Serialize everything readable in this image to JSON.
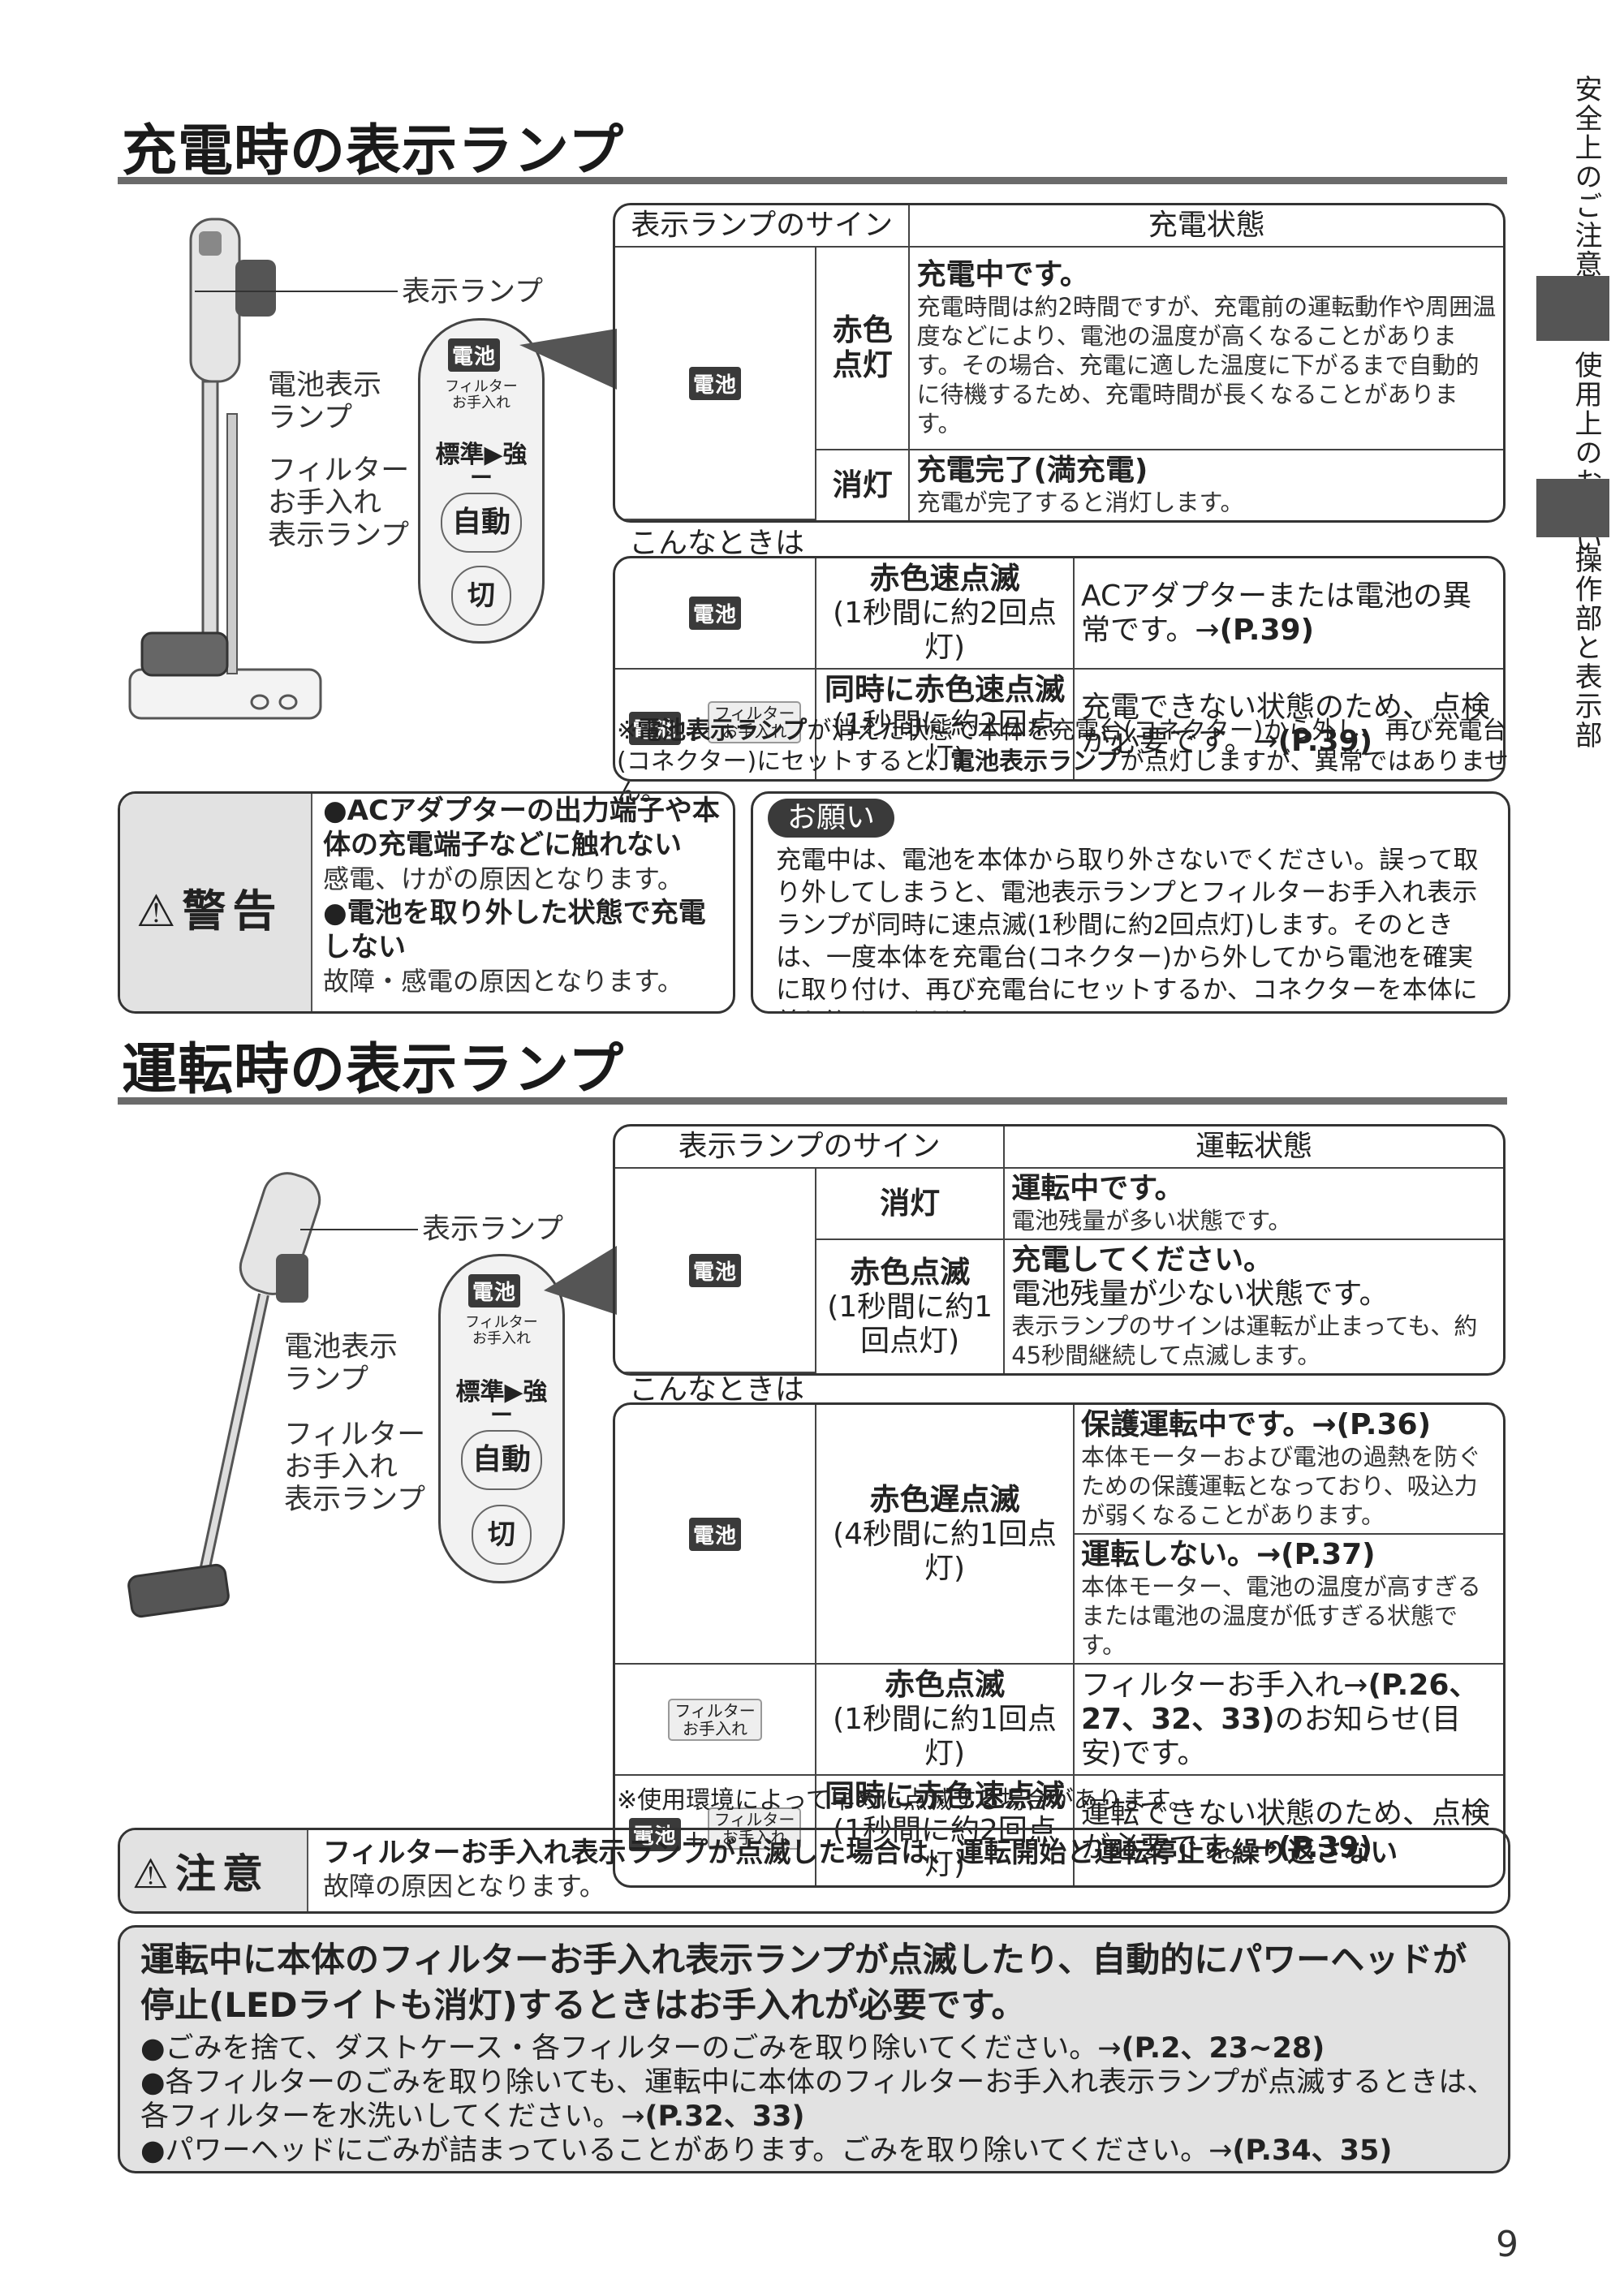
{
  "charging": {
    "title": "充電時の表示ランプ",
    "device_labels": {
      "lamp": "表示ランプ",
      "battery_lamp": "電池表示\nランプ",
      "filter_lamp": "フィルター\nお手入れ\n表示ランプ"
    },
    "panel": {
      "battery": "電池",
      "filter": "フィルター\nお手入れ",
      "mode": "標準▶強",
      "bar": "ー",
      "auto": "自動",
      "off": "切"
    },
    "header": {
      "sign": "表示ランプのサイン",
      "state": "充電状態"
    },
    "rows": [
      {
        "chip": "電池",
        "cond": "赤色点灯",
        "state_title": "充電中です。",
        "state_text": "充電時間は約2時間ですが、充電前の運転動作や周囲温度などにより、電池の温度が高くなることがあります。その場合、充電に適した温度に下がるまで自動的に待機するため、充電時間が長くなることがあります。"
      },
      {
        "cond": "消灯",
        "state_title": "充電完了(満充電)",
        "state_text": "充電が完了すると消灯します。"
      }
    ],
    "sub_header": "こんなときは",
    "sub_rows": [
      {
        "chip": "電池",
        "cond_bold": "赤色速点滅",
        "cond_sub": "(1秒間に約2回点灯)",
        "state": "ACアダプターまたは電池の異常です。→",
        "ref": "(P.39)"
      },
      {
        "chip": "電池",
        "plus": "+",
        "chip2": "フィルター\nお手入れ",
        "cond_bold": "同時に赤色速点滅",
        "cond_sub": "(1秒間に約2回点灯)",
        "state": "充電できない状態のため、点検が必要です。→",
        "ref": "(P.39)"
      }
    ],
    "footnote_1": "※",
    "footnote_b1": "電池表示ランプ",
    "footnote_2": "が消えた状態で本体を充電台(コネクター)から外し、再び充電台(コネクター)にセットすると、",
    "footnote_b2": "電池表示ランプ",
    "footnote_3": "が点灯しますが、異常ではありません。"
  },
  "warning": {
    "label": "警告",
    "item1_title": "●ACアダプターの出力端子や本体の充電端子などに触れない",
    "item1_text": "感電、けがの原因となります。",
    "item2_title": "●電池を取り外した状態で充電しない",
    "item2_text": "故障・感電の原因となります。"
  },
  "request": {
    "label": "お願い",
    "text": "充電中は、電池を本体から取り外さないでください。誤って取り外してしまうと、電池表示ランプとフィルターお手入れ表示ランプが同時に速点滅(1秒間に約2回点灯)します。そのときは、一度本体を充電台(コネクター)から外してから電池を確実に取り付け、再び充電台にセットするか、コネクターを本体に差し込んでください。"
  },
  "operating": {
    "title": "運転時の表示ランプ",
    "header": {
      "sign": "表示ランプのサイン",
      "state": "運転状態"
    },
    "rows": [
      {
        "chip": "電池",
        "cond": "消灯",
        "state_title": "運転中です。",
        "state_text": "電池残量が多い状態です。"
      },
      {
        "cond_bold": "赤色点滅",
        "cond_sub": "(1秒間に約1回点灯)",
        "state_title": "充電してください。",
        "state_title2": "電池残量が少ない状態です。",
        "state_text": "表示ランプのサインは運転が止まっても、約45秒間継続して点滅します。"
      }
    ],
    "sub_header": "こんなときは",
    "sub_rows": [
      {
        "chip": "電池",
        "cond_bold": "赤色遅点滅",
        "cond_sub": "(4秒間に約1回点灯)",
        "state_a_title": "保護運転中です。→(P.36)",
        "state_a_text": "本体モーターおよび電池の過熱を防ぐための保護運転となっており、吸込力が弱くなることがあります。",
        "state_b_title": "運転しない。→(P.37)",
        "state_b_text": "本体モーター、電池の温度が高すぎるまたは電池の温度が低すぎる状態です。"
      },
      {
        "chip2": "フィルター\nお手入れ",
        "cond_bold": "赤色点滅",
        "cond_sub": "(1秒間に約1回点灯)",
        "state": "フィルターお手入れ→",
        "ref": "(P.26、27、32、33)",
        "state_tail": "のお知らせ(目安)です。"
      },
      {
        "chip": "電池",
        "plus": "+",
        "chip2": "フィルター\nお手入れ",
        "cond_bold": "同時に赤色速点滅",
        "cond_sub": "(1秒間に約2回点灯)",
        "state": "運転できない状態のため、点検が必要です。→",
        "ref": "(P.39)"
      }
    ],
    "footnote": "※使用環境によって早めに点滅する場合があります。"
  },
  "caution": {
    "label": "注意",
    "title": "フィルターお手入れ表示ランプが点滅した場合は、運転開始と運転停止を繰り返さない",
    "text": "故障の原因となります。"
  },
  "maintenance": {
    "title": "運転中に本体のフィルターお手入れ表示ランプが点滅したり、自動的にパワーヘッドが停止(LEDライトも消灯)するときはお手入れが必要です。",
    "items": [
      {
        "text": "●ごみを捨て、ダストケース・各フィルターのごみを取り除いてください。→",
        "ref": "(P.2、23~28)"
      },
      {
        "text": "●各フィルターのごみを取り除いても、運転中に本体のフィルターお手入れ表示ランプが点滅するときは、各フィルターを水洗いしてください。→",
        "ref": "(P.32、33)"
      },
      {
        "text": "●パワーヘッドにごみが詰まっていることがあります。ごみを取り除いてください。→",
        "ref": "(P.34、35)"
      }
    ]
  },
  "sidebar": [
    "安全上のご注意",
    "使用上のお願い",
    "操作部と表示部"
  ],
  "page_number": "9",
  "colors": {
    "chip": "#3a3a3a",
    "gray_box": "#e2e2e2",
    "rule": "#6b6b6b",
    "sidebar_active": "#555555"
  }
}
